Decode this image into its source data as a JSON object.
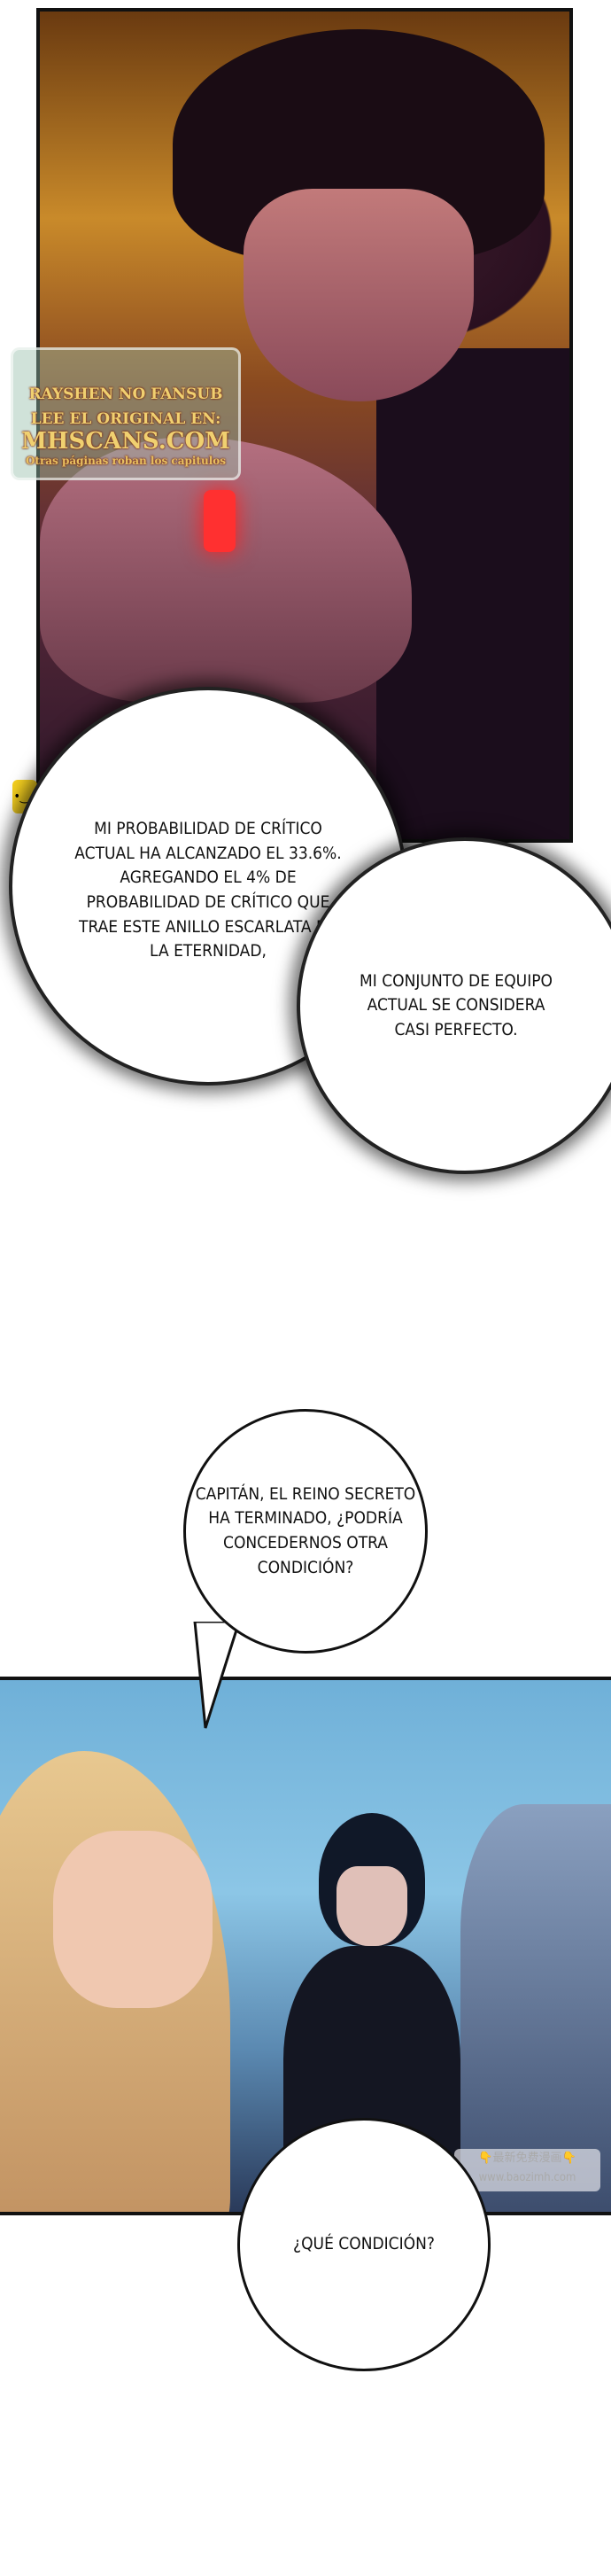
{
  "watermark_top": {
    "line1": "RAYSHEN NO FANSUB",
    "line2": "LEE EL ORIGINAL EN:",
    "line3": "MHSCANS.COM",
    "line4": "Otras páginas roban los capitulos"
  },
  "bubbles": [
    {
      "text": "MI PROBABILIDAD DE CRÍTICO\nACTUAL HA ALCANZADO EL 33.6%.\nAGREGANDO EL 4% DE\nPROBABILIDAD DE CRÍTICO QUE\nTRAE ESTE ANILLO ESCARLATA DE\nLA ETERNIDAD,"
    },
    {
      "text": "MI CONJUNTO DE EQUIPO\nACTUAL SE CONSIDERA\nCASI PERFECTO."
    },
    {
      "text": "CAPITÁN, EL REINO SECRETO\nHA TERMINADO, ¿PODRÍA\nCONCEDERNOS OTRA\nCONDICIÓN?"
    },
    {
      "text": "¿QUÉ CONDICIÓN?"
    }
  ],
  "watermark_bottom": {
    "line1": "最新免费漫画",
    "line2": "www.baozimh.com"
  },
  "icons": [
    "bun-icon",
    "pointing-down-icon"
  ]
}
